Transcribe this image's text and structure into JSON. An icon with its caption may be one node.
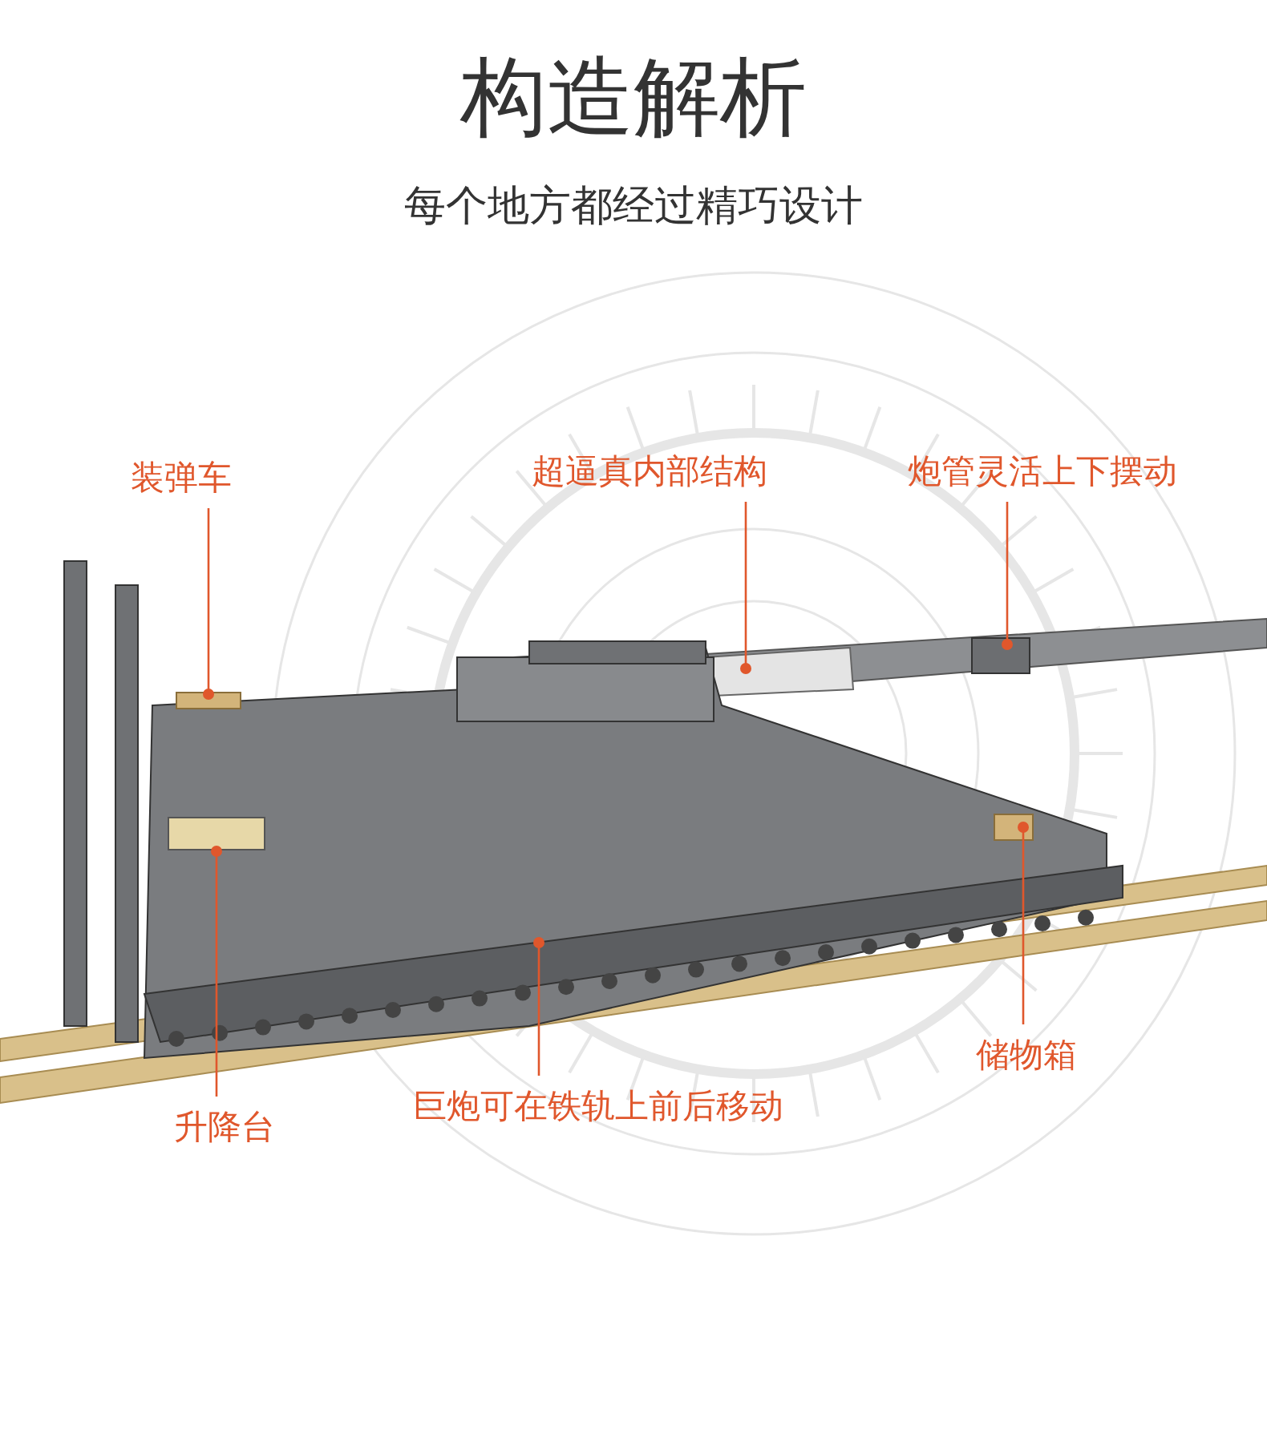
{
  "diagram": {
    "title": "构造解析",
    "nodes": [
      {
        "text": [
          "装弹车"
        ]
      },
      {
        "text": [
          "超逼真内部结构"
        ]
      },
      {
        "text": [
          "炮管灵活上下摆动"
        ]
      },
      {
        "text": [
          "储物箱"
        ]
      },
      {
        "text": [
          "升降台"
        ]
      },
      {
        "text": [
          "巨炮可在铁轨上前后移动"
        ]
      }
    ],
    "edges": [
      {
        "from": 0,
        "to": null,
        "arrow": "other"
      },
      {
        "from": 1,
        "to": null,
        "arrow": "other"
      },
      {
        "from": 2,
        "to": null,
        "arrow": "other"
      },
      {
        "from": 3,
        "to": null,
        "arrow": "other"
      },
      {
        "from": 4,
        "to": null,
        "arrow": "other"
      },
      {
        "from": 5,
        "to": null,
        "arrow": "other"
      }
    ],
    "labels": [
      "每个地方都经过精巧设计"
    ]
  }
}
